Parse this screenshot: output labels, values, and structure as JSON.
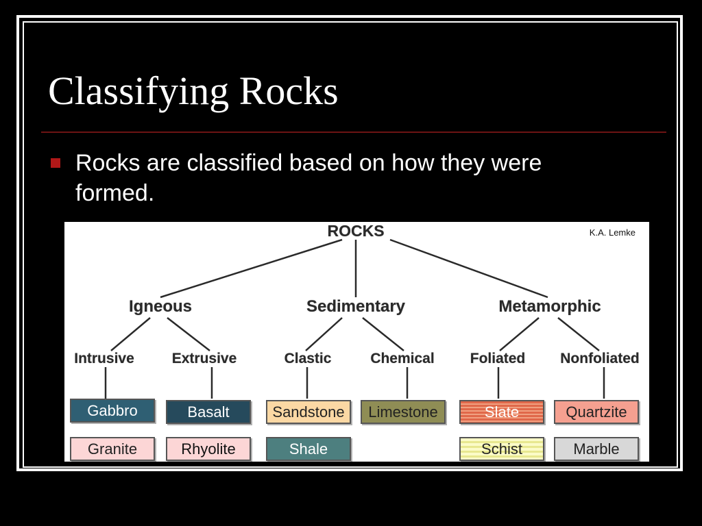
{
  "slide": {
    "title": "Classifying Rocks",
    "bullet": "Rocks are classified based on how they were formed.",
    "accent_color": "#b01818"
  },
  "diagram": {
    "root": "ROCKS",
    "credit": "K.A. Lemke",
    "categories": [
      "Igneous",
      "Sedimentary",
      "Metamorphic"
    ],
    "subcategories": [
      "Intrusive",
      "Extrusive",
      "Clastic",
      "Chemical",
      "Foliated",
      "Nonfoliated"
    ],
    "rocks": [
      {
        "name": "Gabbro",
        "fill": "#2f5f73",
        "text_color": "#ffffff"
      },
      {
        "name": "Basalt",
        "fill": "#264a5c",
        "text_color": "#ffffff"
      },
      {
        "name": "Sandstone",
        "fill": "#fbd8a4",
        "text_color": "#222222"
      },
      {
        "name": "Limestone",
        "fill": "#8f8d55",
        "text_color": "#222222"
      },
      {
        "name": "Slate",
        "fill": "#e0684a",
        "text_color": "#ffffff"
      },
      {
        "name": "Quartzite",
        "fill": "#f5a090",
        "text_color": "#222222"
      },
      {
        "name": "Granite",
        "fill": "#fcd6d6",
        "text_color": "#222222"
      },
      {
        "name": "Rhyolite",
        "fill": "#fcd6d6",
        "text_color": "#111111"
      },
      {
        "name": "Shale",
        "fill": "#4d7f7f",
        "text_color": "#ffffff"
      },
      {
        "name": "Schist",
        "fill": "#fbfbc8",
        "text_color": "#222222"
      },
      {
        "name": "Marble",
        "fill": "#d8d8d8",
        "text_color": "#222222"
      }
    ]
  }
}
